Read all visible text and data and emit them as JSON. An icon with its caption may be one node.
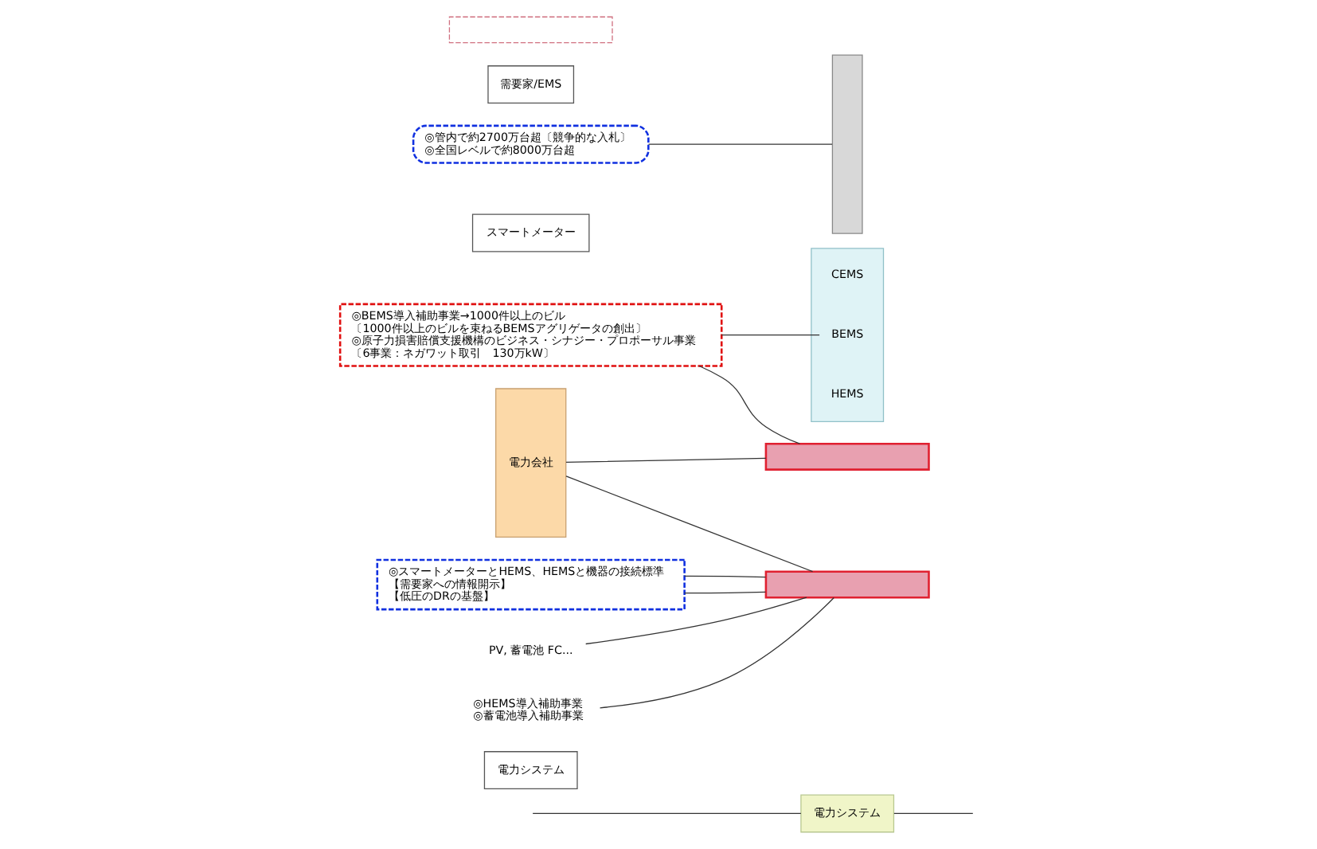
{
  "diagram": {
    "nodes": [
      {
        "text": [
          "電力システム"
        ]
      },
      {
        "text": [
          "電力システム"
        ]
      },
      {
        "text": [
          "電力会社"
        ]
      },
      {
        "text": [
          "スマートメーター"
        ]
      },
      {
        "text": [],
        "shape": "bar"
      },
      {
        "text": [
          "需要家/EMS"
        ]
      },
      {
        "text": [],
        "shape": "bar"
      },
      {
        "text": [
          "CEMS"
        ],
        "in": 6
      },
      {
        "text": [
          "BEMS"
        ],
        "in": 6
      },
      {
        "text": [
          "HEMS"
        ],
        "in": 6
      },
      {
        "text": [],
        "shape": "bar"
      },
      {
        "text": [],
        "shape": "bar"
      },
      {
        "text": [],
        "shape": "bar"
      },
      {
        "text": [
          "◎管内で約2700万台超〔競争的な入札〕",
          "◎全国レベルで約8000万台超"
        ]
      },
      {
        "text": [
          "◎BEMS導入補助事業→1000件以上のビル",
          "〔1000件以上のビルを束ねるBEMSアグリゲータの創出〕",
          "◎原子力損害賠償支援機構のビジネス・シナジー・プロポーサル事業",
          "〔6事業：ネガワット取引　130万kW〕"
        ]
      },
      {
        "text": [
          "◎スマートメーターとHEMS、HEMSと機器の接続標準",
          "【需要家への情報開示】",
          "【低圧のDRの基盤】"
        ]
      },
      {
        "text": [
          "PV, 蓄電池 FC..."
        ]
      },
      {
        "text": [
          "◎HEMS導入補助事業",
          "◎蓄電池導入補助事業"
        ]
      }
    ],
    "edges": [
      {
        "from": null,
        "to": 0,
        "arrow": "none"
      },
      {
        "from": 0,
        "to": null,
        "arrow": "none"
      },
      {
        "from": 2,
        "to": 10,
        "arrow": "none"
      },
      {
        "from": 2,
        "to": 11,
        "arrow": "none"
      },
      {
        "from": 13,
        "to": 4,
        "arrow": "none"
      },
      {
        "from": 14,
        "to": 8,
        "arrow": "none"
      },
      {
        "from": 14,
        "to": 10,
        "arrow": "none"
      },
      {
        "from": 15,
        "to": 11,
        "arrow": "none"
      },
      {
        "from": 15,
        "to": 11,
        "arrow": "none"
      },
      {
        "from": 16,
        "to": 11,
        "arrow": "none"
      },
      {
        "from": 17,
        "to": 11,
        "arrow": "none"
      }
    ]
  }
}
